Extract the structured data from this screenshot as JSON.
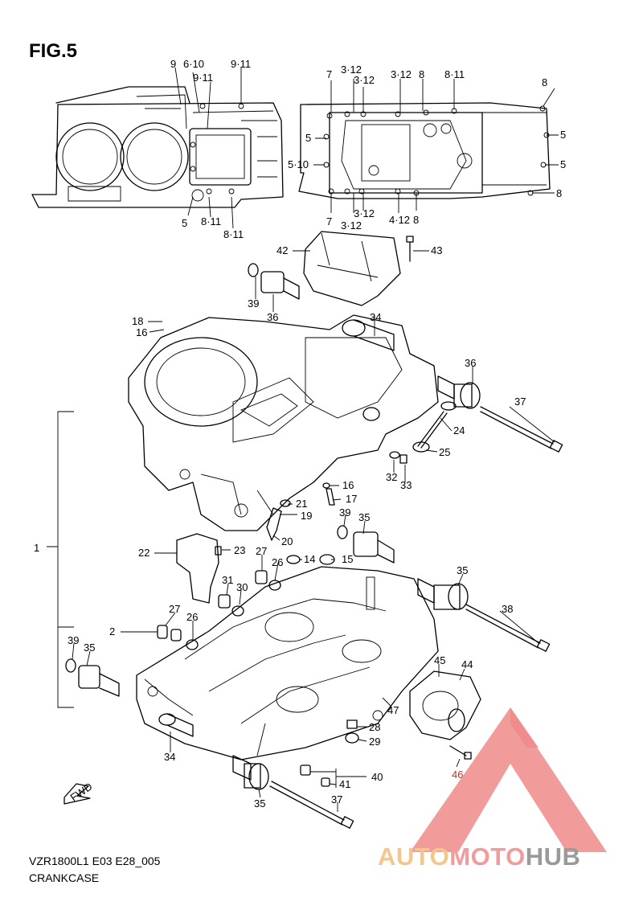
{
  "figure": {
    "title": "FIG.5",
    "model_code": "VZR1800L1 E03 E28_005",
    "part_name": "CRANKCASE",
    "direction_marker": "FWD"
  },
  "callouts": {
    "c9_top": "9",
    "c6_10": "6·10",
    "c9_11_a": "9·11",
    "c9_11_b": "9·11",
    "c5_left": "5",
    "c8_11_a": "8·11",
    "c8_11_b": "8·11",
    "c7_top": "7",
    "c3_12_a": "3·12",
    "c3_12_b": "3·12",
    "c3_12_c": "3·12",
    "c8_top_a": "8",
    "c8_11_top": "8·11",
    "c8_r1": "8",
    "c5_r1": "5",
    "c5_r2": "5",
    "c8_r2": "8",
    "c5_m1": "5",
    "c5_10": "5·10",
    "c7_bot": "7",
    "c3_12_d": "3·12",
    "c3_12_e": "3·12",
    "c4_12": "4·12",
    "c8_bot": "8",
    "c42": "42",
    "c43": "43",
    "c39_a": "39",
    "c36_a": "36",
    "c34_a": "34",
    "c18": "18",
    "c16_a": "16",
    "c36_b": "36",
    "c37_a": "37",
    "c24": "24",
    "c25": "25",
    "c32": "32",
    "c33": "33",
    "c16_b": "16",
    "c17": "17",
    "c21": "21",
    "c19": "19",
    "c20": "20",
    "c39_b": "39",
    "c35_a": "35",
    "c1": "1",
    "c22": "22",
    "c23": "23",
    "c27_a": "27",
    "c26_a": "26",
    "c14": "14",
    "c15": "15",
    "c31": "31",
    "c30": "30",
    "c35_b": "35",
    "c38": "38",
    "c27_b": "27",
    "c26_b": "26",
    "c2": "2",
    "c39_c": "39",
    "c35_c": "35",
    "c45": "45",
    "c44": "44",
    "c47": "47",
    "c28": "28",
    "c29": "29",
    "c46": "46",
    "c34_b": "34",
    "c40": "40",
    "c41": "41",
    "c35_d": "35",
    "c37_b": "37"
  },
  "watermark": {
    "word_1": "AUTO",
    "word_2": "MOTO",
    "word_3": "HUB",
    "color_1": "#f4c68a",
    "color_2": "#f19b9b",
    "color_3": "#9a9a9a",
    "triangle_color": "#f08a8a"
  }
}
